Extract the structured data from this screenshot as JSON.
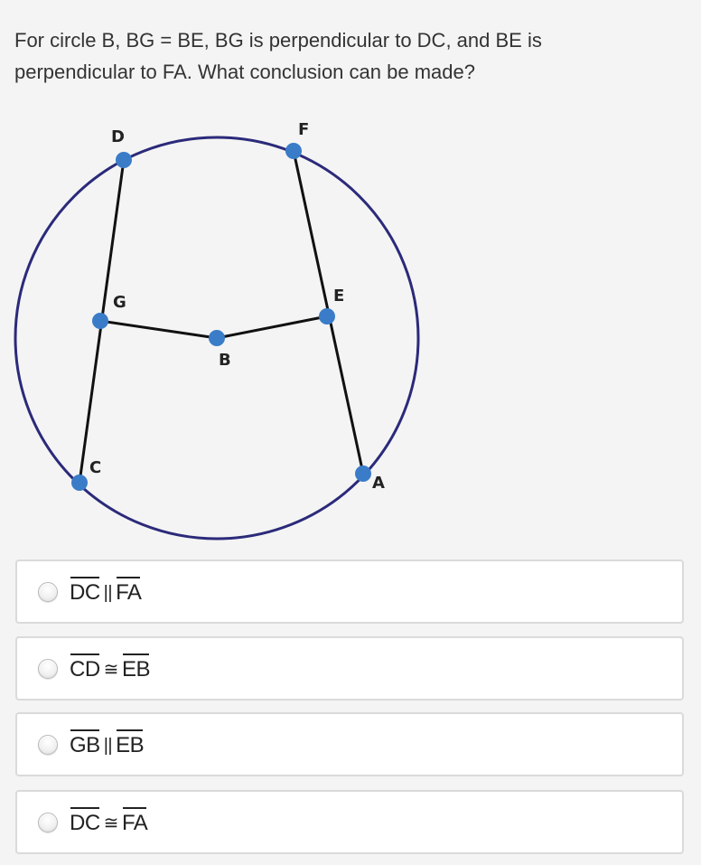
{
  "question": "For circle B, BG = BE, BG is perpendicular to DC, and BE is perpendicular to FA. What conclusion can be made?",
  "figure": {
    "colors": {
      "circle": "#2b2a7a",
      "segment": "#111111",
      "point": "#3a7cc8"
    },
    "points": {
      "D": "D",
      "F": "F",
      "G": "G",
      "E": "E",
      "B": "B",
      "C": "C",
      "A": "A"
    }
  },
  "options": [
    {
      "left": "DC",
      "relation": "||",
      "right": "FA"
    },
    {
      "left": "CD",
      "relation": "≅",
      "right": "EB"
    },
    {
      "left": "GB",
      "relation": "||",
      "right": "EB"
    },
    {
      "left": "DC",
      "relation": "≅",
      "right": "FA"
    }
  ]
}
